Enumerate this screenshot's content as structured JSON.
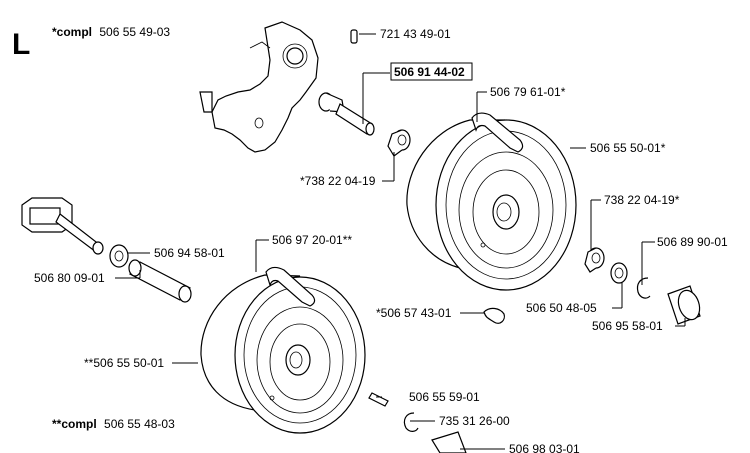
{
  "section_letter": "L",
  "header_compl": {
    "prefix": "*compl",
    "number": "506 55 49-03"
  },
  "footer_compl": {
    "prefix": "**compl",
    "number": "506 55 48-03"
  },
  "labels": {
    "pin_top": "721 43 49-01",
    "axle_boxed": "506 91 44-02",
    "tire_top": "506 79 61-01*",
    "wheel_top": "506 55 50-01*",
    "bushing_top": "*738 22 04-19",
    "bushing_right": "738 22 04-19*",
    "washer_right": "506 89 90-01",
    "washer_mid_right": "506 50 48-05",
    "cap_right": "506 95 58-01",
    "clip": "*506 57 43-01",
    "washer_left": "506 94 58-01",
    "spacer_left": "506 80 09-01",
    "tire_bottom": "506 97 20-01**",
    "wheel_bottom": "**506 55 50-01",
    "pin_bottom": "506 55 59-01",
    "ring_bottom": "735 31 26-00",
    "cap_bottom": "506 98 03-01"
  }
}
